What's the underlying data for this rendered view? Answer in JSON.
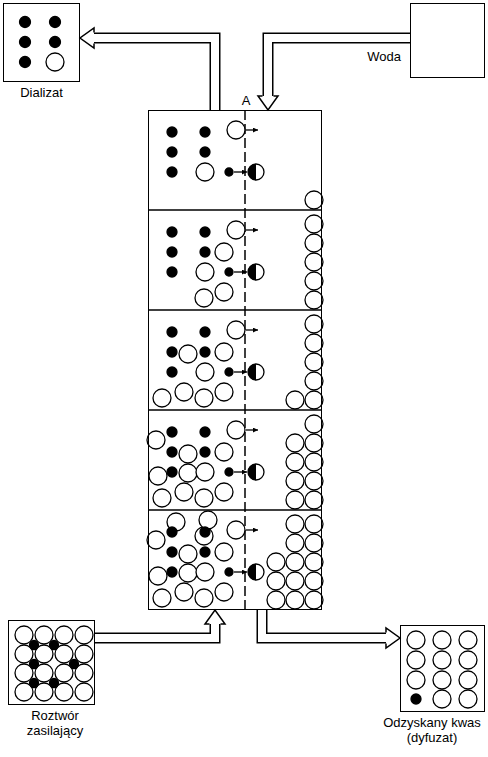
{
  "diagram": {
    "nodes": [
      {
        "text": [
          "Dializat"
        ]
      },
      {
        "text": [
          "Woda"
        ]
      },
      {
        "text": [
          "A"
        ]
      },
      {
        "text": [
          "Roztwór zasilający"
        ]
      },
      {
        "text": [
          "Odzyskany kwas (dyfuzat)"
        ]
      }
    ],
    "edges": [
      {
        "from": 2,
        "to": 0,
        "arrow": "to"
      },
      {
        "from": 1,
        "to": 2,
        "arrow": "to"
      },
      {
        "from": 3,
        "to": 2,
        "arrow": "to"
      },
      {
        "from": 2,
        "to": 4,
        "arrow": "to"
      }
    ]
  }
}
